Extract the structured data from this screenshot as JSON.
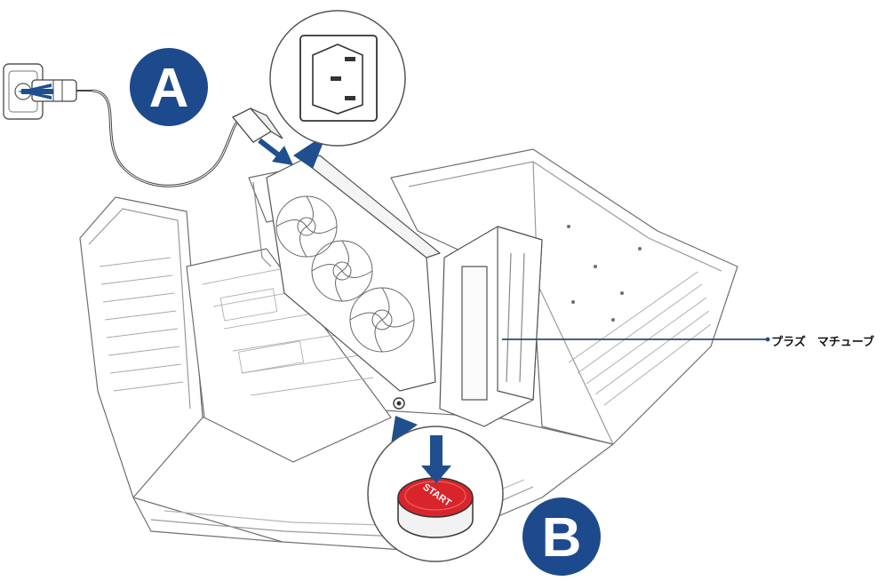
{
  "badges": {
    "a": "A",
    "b": "B"
  },
  "start_button_text": "START",
  "callout": {
    "label": "プラズ　マチューブ"
  },
  "colors": {
    "badge_blue": "#1c4a8c",
    "arrow_blue": "#1f4f8e",
    "line": "#444444",
    "start_red": "#d8252b"
  },
  "icons": {
    "outlet": "wall-outlet-icon",
    "power_socket": "iec-power-socket-icon",
    "start_button": "start-button-icon"
  }
}
